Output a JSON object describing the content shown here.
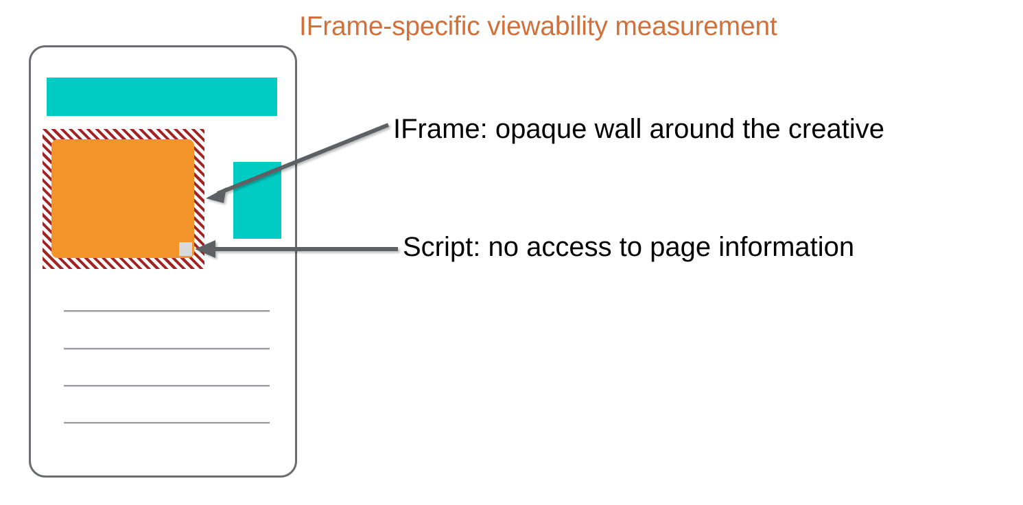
{
  "slide": {
    "title": "IFrame-specific viewability measurement",
    "title_color": "#D2703A",
    "background": "#ffffff"
  },
  "mockup": {
    "name": "mobile-page-mockup",
    "frame": {
      "border_color": "#6A6C70",
      "corner_radius": "24px"
    },
    "blocks": [
      {
        "name": "page-banner-top",
        "color": "#00CCC4"
      },
      {
        "name": "page-side-block",
        "color": "#00CCC4"
      }
    ],
    "iframe_wall": {
      "name": "iframe-opaque-wall",
      "hatch_color": "#A32222",
      "hatch_background": "#ffffff"
    },
    "creative": {
      "name": "ad-creative",
      "color": "#F2942A"
    },
    "script_pixel": {
      "name": "measurement-script-pixel",
      "color": "#D9D9D9"
    },
    "text_lines": {
      "name": "page-body-text-lines",
      "count": 4,
      "color": "#9A9CA1"
    }
  },
  "callouts": [
    {
      "id": "iframe",
      "label": "IFrame: opaque wall around the creative",
      "arrow_color": "#5E6064",
      "arrow_style": "diagonal-left-down"
    },
    {
      "id": "script",
      "label": "Script: no access to page information",
      "arrow_color": "#5E6064",
      "arrow_style": "horizontal-left"
    }
  ]
}
